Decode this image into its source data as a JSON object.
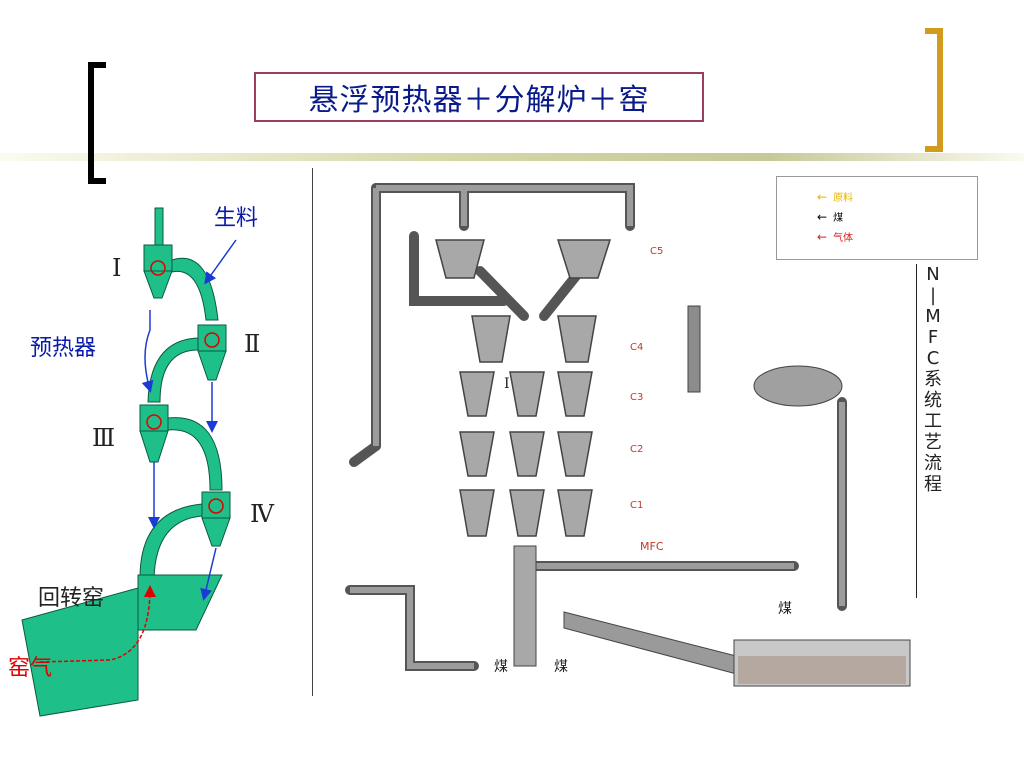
{
  "title": "悬浮预热器＋分解炉＋窑",
  "left_diagram": {
    "raw_material": "生料",
    "preheater": "预热器",
    "stage_1": "Ⅰ",
    "stage_2": "Ⅱ",
    "stage_3": "Ⅲ",
    "stage_4": "Ⅳ",
    "rotary_kiln": "回转窑",
    "kiln_gas": "窑气"
  },
  "right_diagram": {
    "vertical_title": [
      "N",
      "|",
      "M",
      "F",
      "C",
      "系",
      "统",
      "工",
      "艺",
      "流",
      "程"
    ],
    "legend": [
      {
        "label": "原料",
        "color": "#e8b400"
      },
      {
        "label": "煤",
        "color": "#000000"
      },
      {
        "label": "气体",
        "color": "#d62020"
      }
    ],
    "cyclone_labels": [
      "C5",
      "C4",
      "C3",
      "C2",
      "C1"
    ],
    "mfc_label": "MFC",
    "coal_1": "煤",
    "coal_2": "煤",
    "coal_3": "煤",
    "roman_1": "I"
  },
  "colors": {
    "teal": "#1fbf8a",
    "title_border": "#9b3c62",
    "title_text": "#0a1a8a",
    "bracket_right": "#d39b1c"
  }
}
